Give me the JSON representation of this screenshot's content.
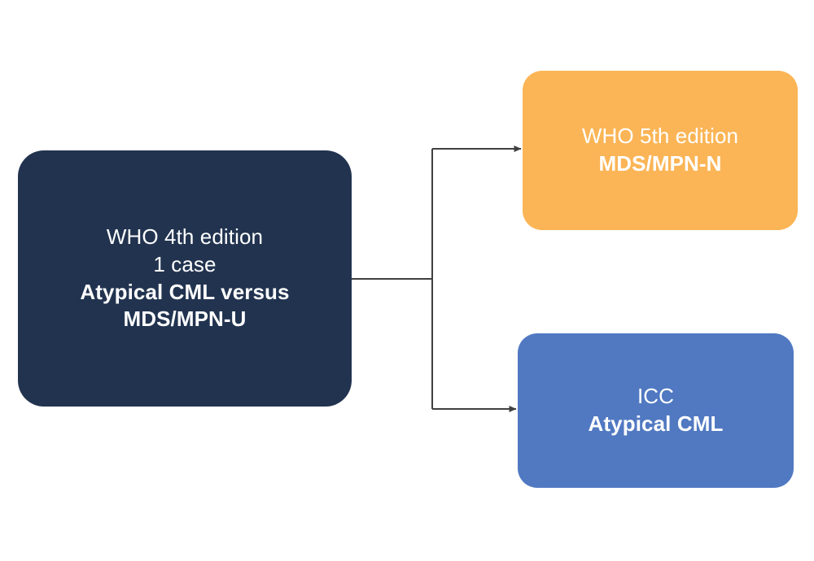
{
  "diagram": {
    "type": "flowchart",
    "background_color": "#ffffff",
    "connector_color": "#404040",
    "source_node": {
      "id": "who4",
      "name": "WHO 4th edition source node",
      "fill_color": "#21334f",
      "text_color": "#ffffff",
      "line_1": "WHO 4th edition",
      "line_2": "1 case",
      "line_3": "Atypical CML versus",
      "line_4": "MDS/MPN-U"
    },
    "target_nodes": [
      {
        "id": "who5",
        "name": "WHO 5th edition target node",
        "fill_color": "#fbb556",
        "text_color": "#ffffff",
        "line_1": "WHO 5th edition",
        "line_2": "MDS/MPN-N"
      },
      {
        "id": "icc",
        "name": "ICC target node",
        "fill_color": "#5179c2",
        "text_color": "#ffffff",
        "line_1": "ICC",
        "line_2": "Atypical CML"
      }
    ],
    "edges": [
      {
        "from": "who4",
        "to": "who5",
        "arrowhead": true
      },
      {
        "from": "who4",
        "to": "icc",
        "arrowhead": true
      }
    ]
  }
}
